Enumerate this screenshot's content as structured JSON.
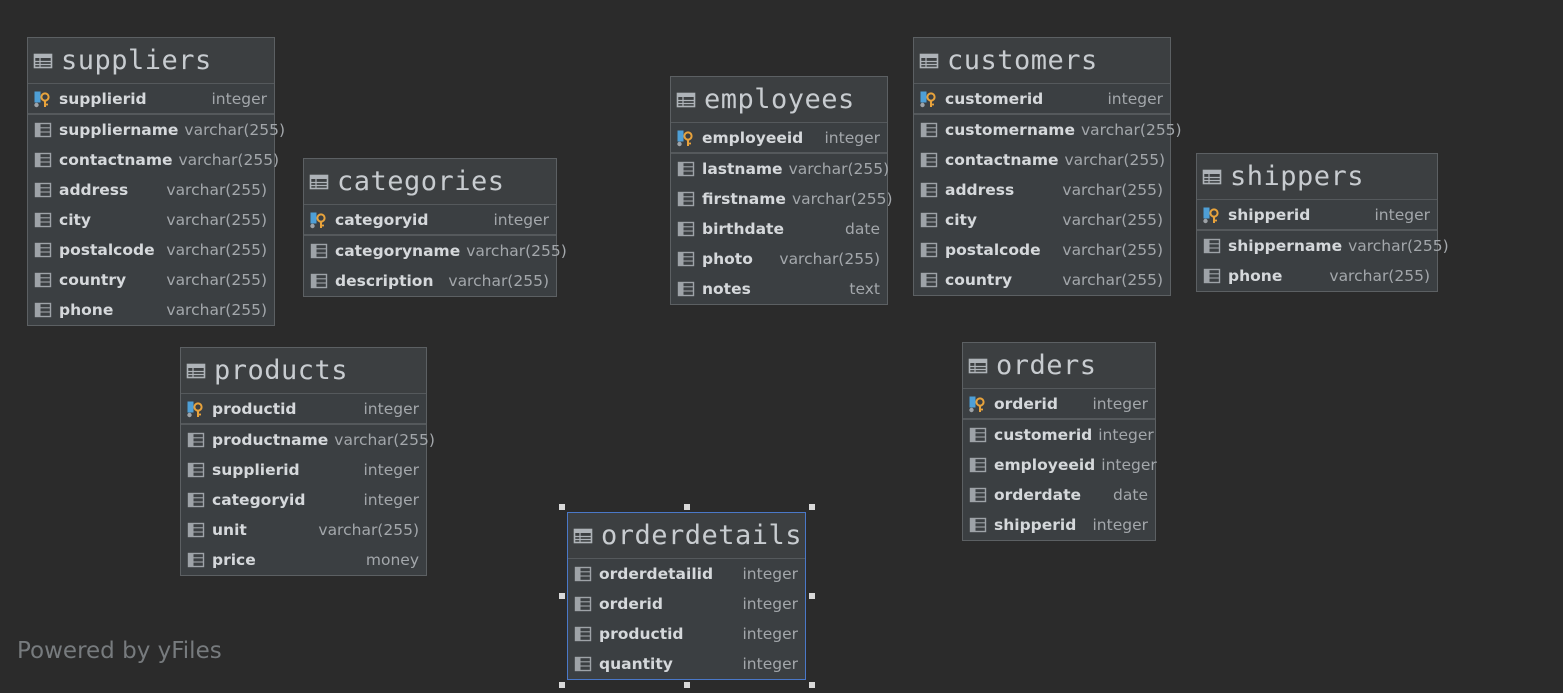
{
  "footer": "Powered by yFiles",
  "tables": [
    {
      "name": "suppliers",
      "pk": {
        "name": "supplierid",
        "type": "integer"
      },
      "columns": [
        {
          "name": "suppliername",
          "type": "varchar(255)"
        },
        {
          "name": "contactname",
          "type": "varchar(255)"
        },
        {
          "name": "address",
          "type": "varchar(255)"
        },
        {
          "name": "city",
          "type": "varchar(255)"
        },
        {
          "name": "postalcode",
          "type": "varchar(255)"
        },
        {
          "name": "country",
          "type": "varchar(255)"
        },
        {
          "name": "phone",
          "type": "varchar(255)"
        }
      ]
    },
    {
      "name": "categories",
      "pk": {
        "name": "categoryid",
        "type": "integer"
      },
      "columns": [
        {
          "name": "categoryname",
          "type": "varchar(255)"
        },
        {
          "name": "description",
          "type": "varchar(255)"
        }
      ]
    },
    {
      "name": "employees",
      "pk": {
        "name": "employeeid",
        "type": "integer"
      },
      "columns": [
        {
          "name": "lastname",
          "type": "varchar(255)"
        },
        {
          "name": "firstname",
          "type": "varchar(255)"
        },
        {
          "name": "birthdate",
          "type": "date"
        },
        {
          "name": "photo",
          "type": "varchar(255)"
        },
        {
          "name": "notes",
          "type": "text"
        }
      ]
    },
    {
      "name": "customers",
      "pk": {
        "name": "customerid",
        "type": "integer"
      },
      "columns": [
        {
          "name": "customername",
          "type": "varchar(255)"
        },
        {
          "name": "contactname",
          "type": "varchar(255)"
        },
        {
          "name": "address",
          "type": "varchar(255)"
        },
        {
          "name": "city",
          "type": "varchar(255)"
        },
        {
          "name": "postalcode",
          "type": "varchar(255)"
        },
        {
          "name": "country",
          "type": "varchar(255)"
        }
      ]
    },
    {
      "name": "shippers",
      "pk": {
        "name": "shipperid",
        "type": "integer"
      },
      "columns": [
        {
          "name": "shippername",
          "type": "varchar(255)"
        },
        {
          "name": "phone",
          "type": "varchar(255)"
        }
      ]
    },
    {
      "name": "products",
      "pk": {
        "name": "productid",
        "type": "integer"
      },
      "columns": [
        {
          "name": "productname",
          "type": "varchar(255)"
        },
        {
          "name": "supplierid",
          "type": "integer"
        },
        {
          "name": "categoryid",
          "type": "integer"
        },
        {
          "name": "unit",
          "type": "varchar(255)"
        },
        {
          "name": "price",
          "type": "money"
        }
      ]
    },
    {
      "name": "orders",
      "pk": {
        "name": "orderid",
        "type": "integer"
      },
      "columns": [
        {
          "name": "customerid",
          "type": "integer"
        },
        {
          "name": "employeeid",
          "type": "integer"
        },
        {
          "name": "orderdate",
          "type": "date"
        },
        {
          "name": "shipperid",
          "type": "integer"
        }
      ]
    },
    {
      "name": "orderdetails",
      "pk": null,
      "selected": true,
      "columns": [
        {
          "name": "orderdetailid",
          "type": "integer"
        },
        {
          "name": "orderid",
          "type": "integer"
        },
        {
          "name": "productid",
          "type": "integer"
        },
        {
          "name": "quantity",
          "type": "integer"
        }
      ]
    }
  ]
}
